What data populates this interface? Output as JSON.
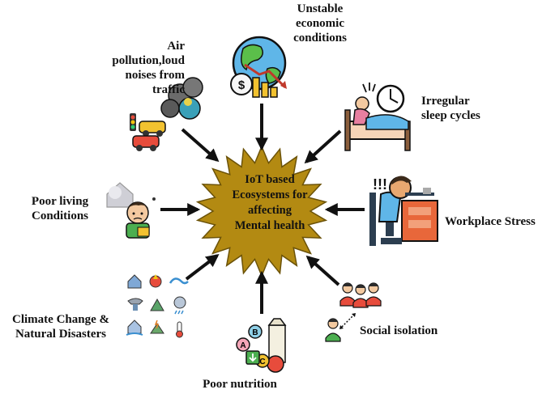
{
  "center": {
    "lines": [
      "IoT based",
      "Ecosystems for",
      "affecting",
      "Mental health"
    ],
    "fill": "#B38A12",
    "stroke": "#6b5208"
  },
  "factors": [
    {
      "id": "air-pollution",
      "lines": [
        "Air",
        "pollution,loud",
        "noises from",
        "traffic"
      ]
    },
    {
      "id": "economic",
      "lines": [
        "Unstable",
        "economic",
        "conditions"
      ]
    },
    {
      "id": "sleep",
      "lines": [
        "Irregular",
        "sleep cycles"
      ]
    },
    {
      "id": "living",
      "lines": [
        "Poor living",
        "Conditions"
      ]
    },
    {
      "id": "workplace",
      "lines": [
        "Workplace Stress"
      ]
    },
    {
      "id": "climate",
      "lines": [
        "Climate Change &",
        "Natural Disasters"
      ]
    },
    {
      "id": "social",
      "lines": [
        "Social isolation"
      ]
    },
    {
      "id": "nutrition",
      "lines": [
        "Poor nutrition"
      ]
    }
  ],
  "nutrition_letters": [
    "B",
    "A",
    "C"
  ],
  "icons": {
    "economic": "globe-dollar-decline-icon",
    "air": "factory-cars-pollution-icon",
    "sleep": "bed-clock-icon",
    "living": "sad-boy-house-icon",
    "workplace": "stressed-worker-desk-icon",
    "climate": "weather-disaster-grid-icon",
    "social": "isolated-person-group-icon",
    "nutrition": "vitamin-food-icon"
  }
}
